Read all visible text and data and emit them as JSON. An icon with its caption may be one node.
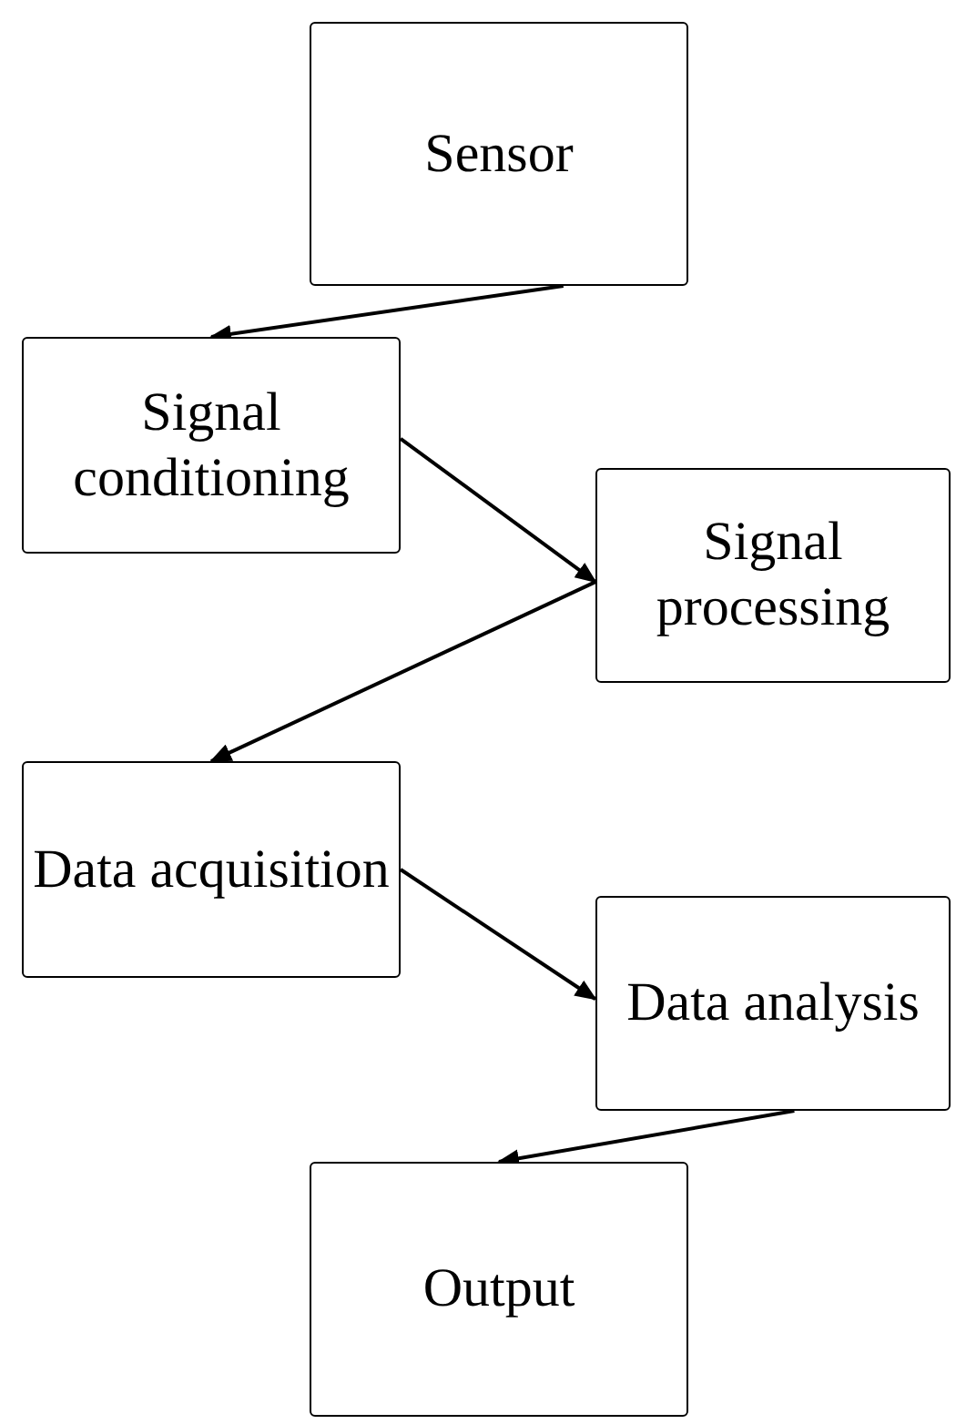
{
  "diagram": {
    "nodes": [
      {
        "text": [
          "Sensor"
        ]
      },
      {
        "text": [
          "Signal conditioning"
        ]
      },
      {
        "text": [
          "Signal processing"
        ]
      },
      {
        "text": [
          "Data acquisition"
        ]
      },
      {
        "text": [
          "Data analysis"
        ]
      },
      {
        "text": [
          "Output"
        ]
      }
    ],
    "edges": [
      {
        "from": 0,
        "to": 1,
        "arrow": "to"
      },
      {
        "from": 1,
        "to": 2,
        "arrow": "to"
      },
      {
        "from": 2,
        "to": 3,
        "arrow": "to"
      },
      {
        "from": 3,
        "to": 4,
        "arrow": "to"
      },
      {
        "from": 4,
        "to": 5,
        "arrow": "to"
      }
    ]
  }
}
